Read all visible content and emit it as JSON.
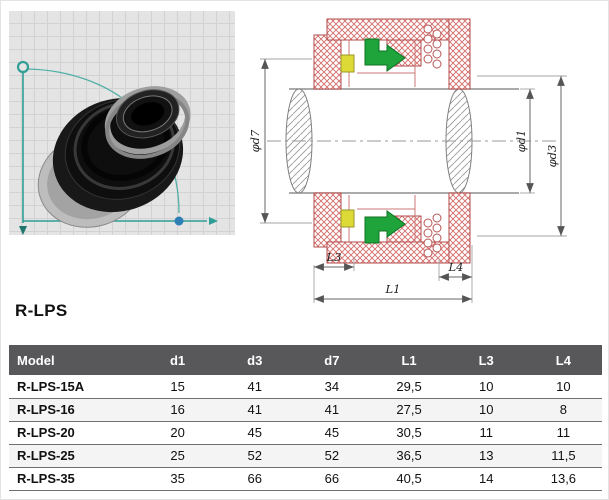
{
  "title": "R-LPS",
  "drawing": {
    "labels": {
      "d7": "φd7",
      "d1": "φd1",
      "d3": "φd3",
      "l3": "L3",
      "l4": "L4",
      "l1": "L1"
    }
  },
  "table": {
    "headers": [
      "Model",
      "d1",
      "d3",
      "d7",
      "L1",
      "L3",
      "L4"
    ],
    "rows": [
      [
        "R-LPS-15A",
        "15",
        "41",
        "34",
        "29,5",
        "10",
        "10"
      ],
      [
        "R-LPS-16",
        "16",
        "41",
        "41",
        "27,5",
        "10",
        "8"
      ],
      [
        "R-LPS-20",
        "20",
        "45",
        "45",
        "30,5",
        "11",
        "11"
      ],
      [
        "R-LPS-25",
        "25",
        "52",
        "52",
        "36,5",
        "13",
        "11,5"
      ],
      [
        "R-LPS-35",
        "35",
        "66",
        "66",
        "40,5",
        "14",
        "13,6"
      ]
    ]
  },
  "colors": {
    "table_header_bg": "#58585a",
    "hatch_red": "#d46a6a",
    "arrow_green": "#1ea43b",
    "highlight_yellow": "#ddd937",
    "axis_teal": "#2f9e96"
  }
}
